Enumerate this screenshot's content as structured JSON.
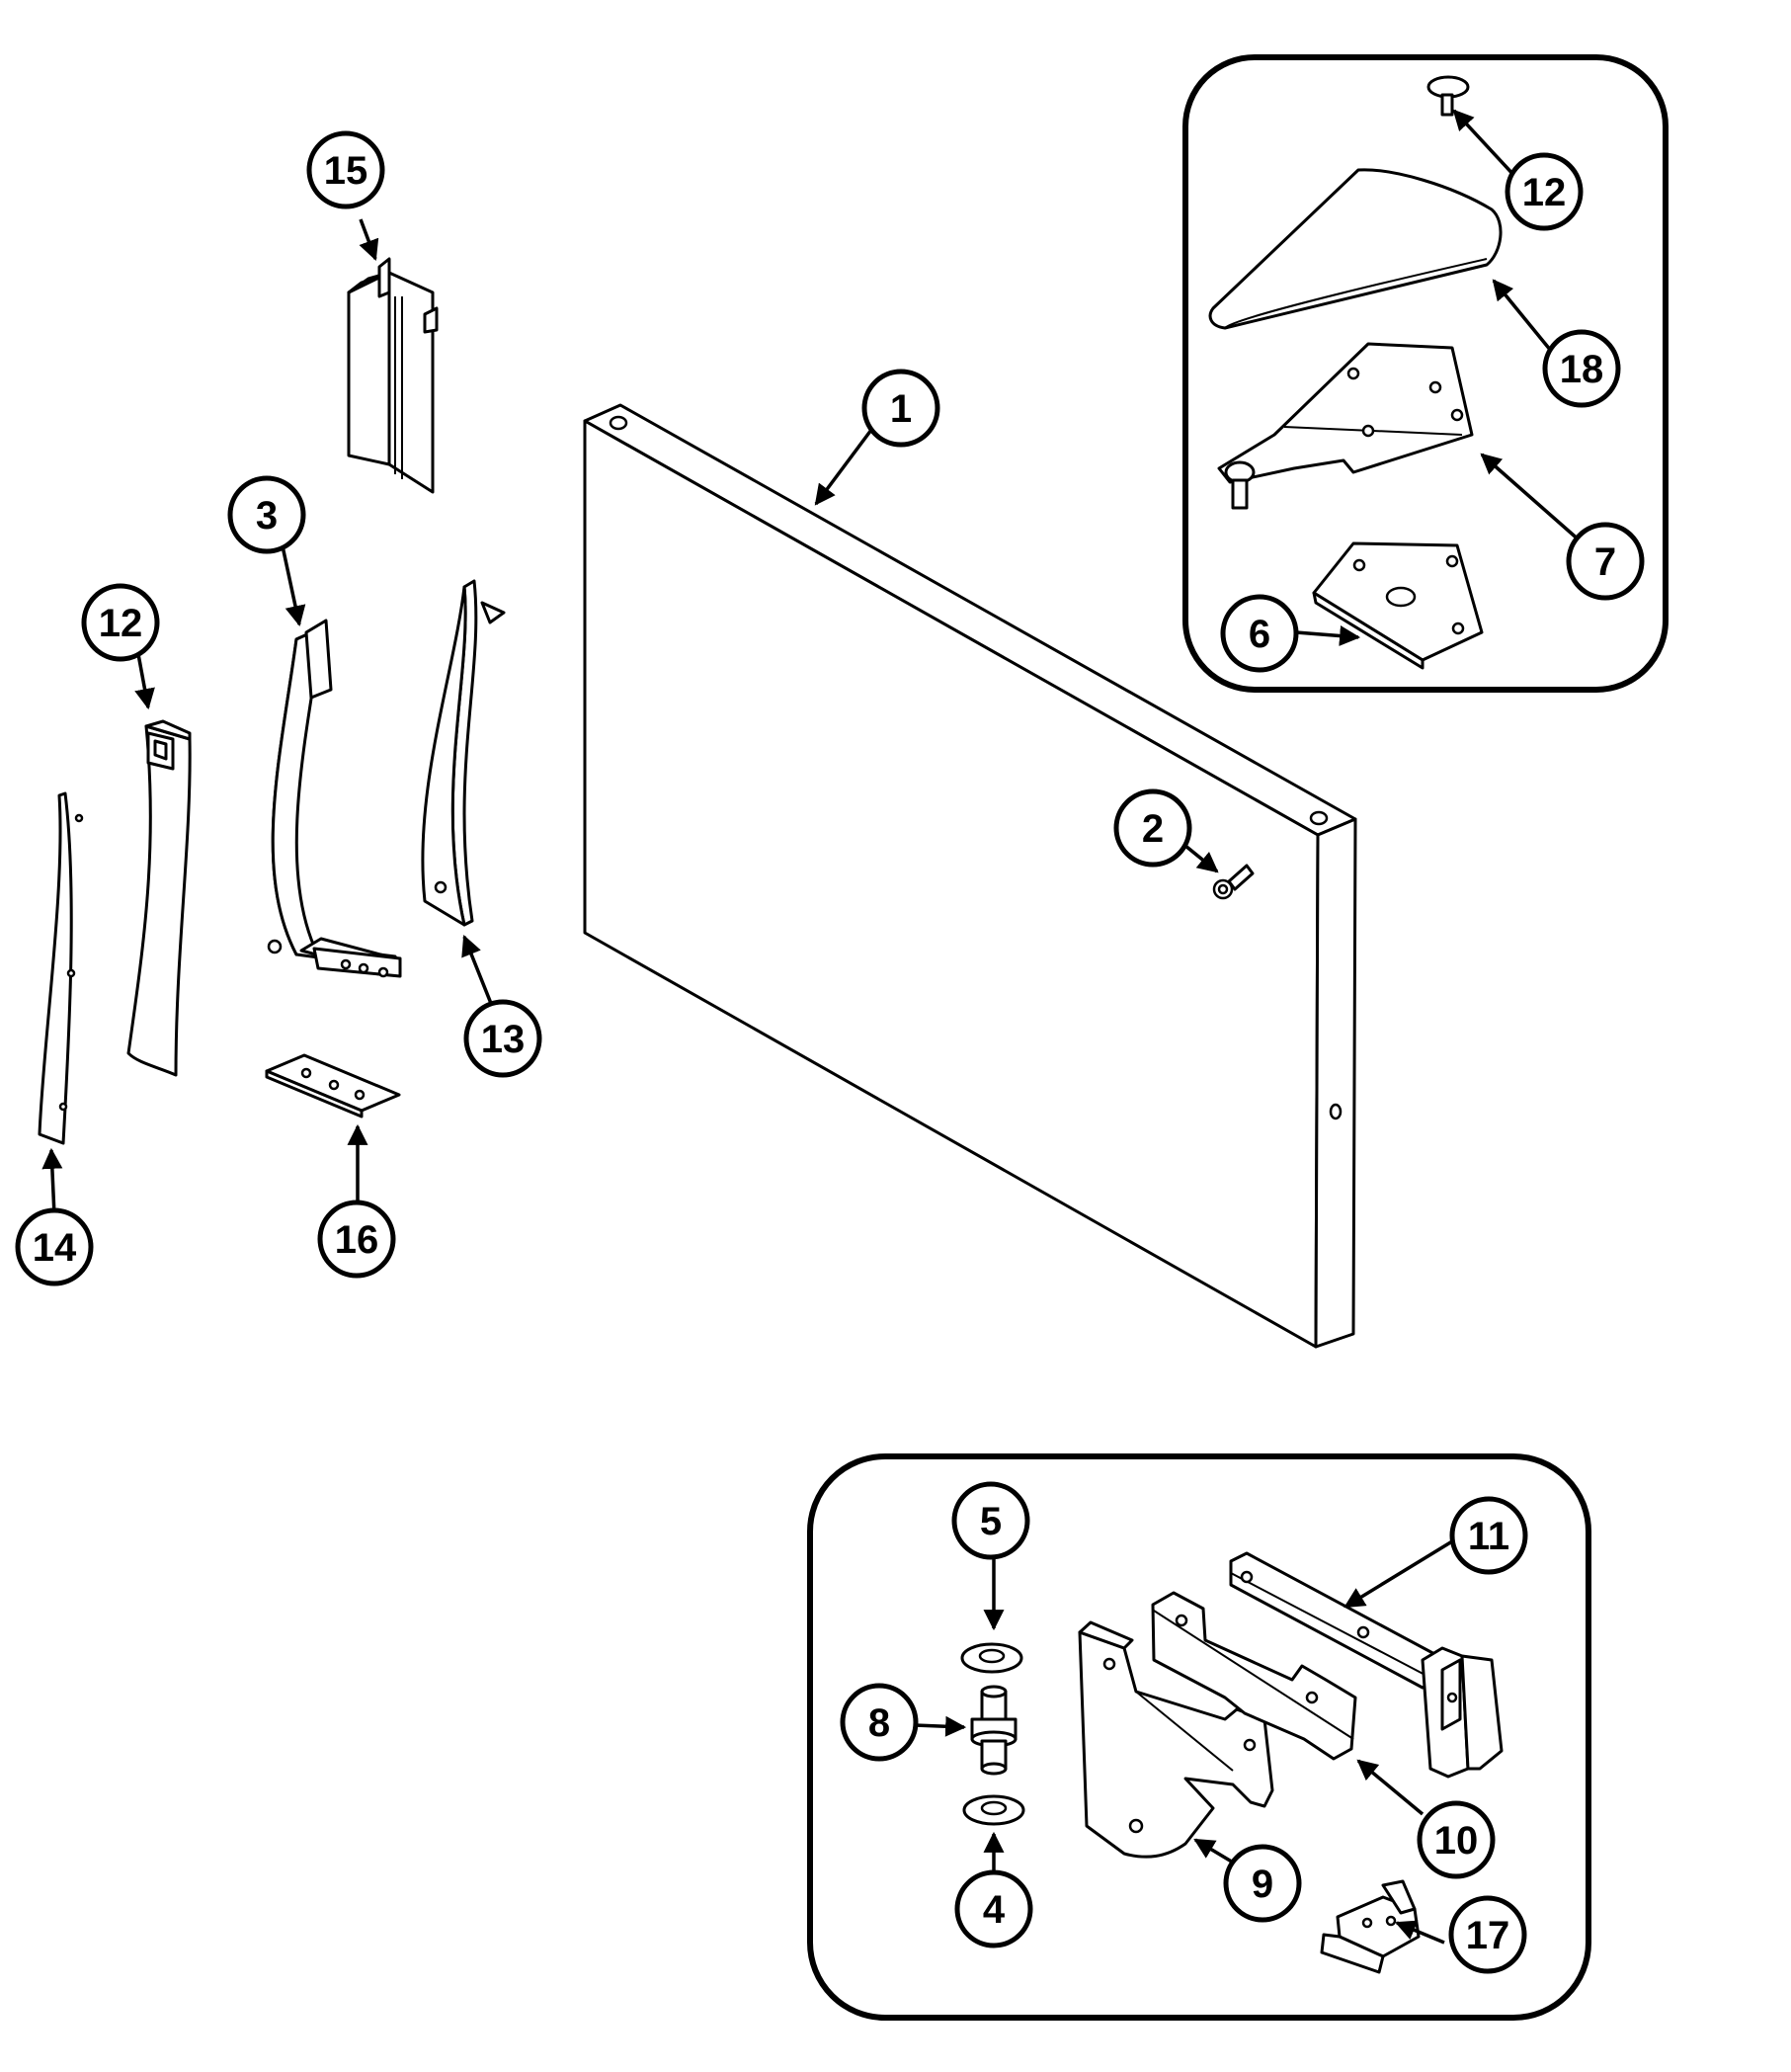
{
  "callouts": [
    {
      "id": "c1",
      "label": "1"
    },
    {
      "id": "c2",
      "label": "2"
    },
    {
      "id": "c3",
      "label": "3"
    },
    {
      "id": "c4",
      "label": "4"
    },
    {
      "id": "c5",
      "label": "5"
    },
    {
      "id": "c6",
      "label": "6"
    },
    {
      "id": "c7",
      "label": "7"
    },
    {
      "id": "c8",
      "label": "8"
    },
    {
      "id": "c9",
      "label": "9"
    },
    {
      "id": "c10",
      "label": "10"
    },
    {
      "id": "c11",
      "label": "11"
    },
    {
      "id": "c12a",
      "label": "12"
    },
    {
      "id": "c12b",
      "label": "12"
    },
    {
      "id": "c13",
      "label": "13"
    },
    {
      "id": "c14",
      "label": "14"
    },
    {
      "id": "c15",
      "label": "15"
    },
    {
      "id": "c16",
      "label": "16"
    },
    {
      "id": "c17",
      "label": "17"
    },
    {
      "id": "c18",
      "label": "18"
    }
  ],
  "colors": {
    "line": "#000000",
    "background": "#ffffff"
  }
}
